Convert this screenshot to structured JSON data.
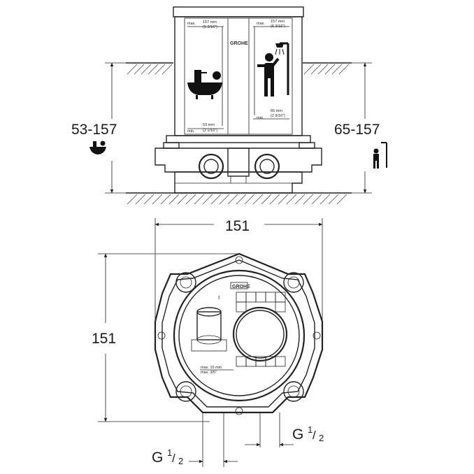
{
  "front_view": {
    "left_range": "53-157",
    "right_range": "65-157",
    "box_labels": {
      "max_left": "max.",
      "max_left_mm": "157 mm",
      "max_left_in": "(6 3/16\")",
      "min_left": "min.",
      "min_left_mm": "53 mm",
      "min_left_in": "(2 1/16\")",
      "max_right": "max.",
      "max_right_mm": "157 mm",
      "max_right_in": "(6 3/16\")",
      "min_right": "min.",
      "min_right_mm": "65 mm",
      "min_right_in": "(2 9/16\")",
      "brand": "GROHE"
    }
  },
  "top_view": {
    "width_dim": "151",
    "height_dim": "151",
    "brand": "GROHE",
    "max_label_mm": "max. 15 mm",
    "max_label_in": "max. 3/5\"",
    "warning_mark": "!"
  },
  "connections": {
    "left_thread": "G",
    "left_fraction_num": "1",
    "left_fraction_den": "2",
    "right_thread": "G",
    "right_fraction_num": "1",
    "right_fraction_den": "2"
  }
}
